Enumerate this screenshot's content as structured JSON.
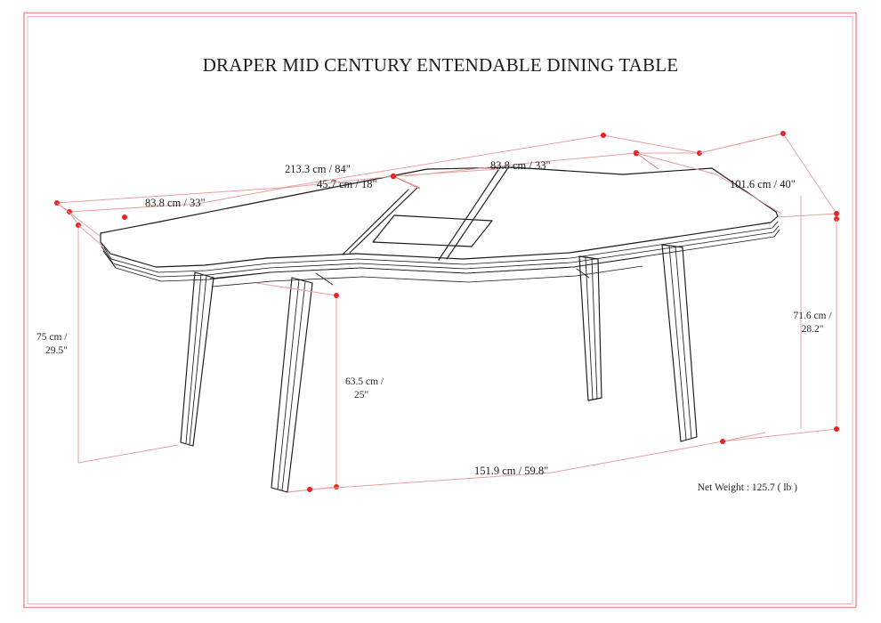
{
  "page": {
    "title": "DRAPER MID CENTURY ENTENDABLE DINING TABLE",
    "background_color": "#ffffff",
    "frame_color": "#ee9b9b",
    "dimension_line_color": "#e8a0a0",
    "dimension_marker_color": "#ef2222",
    "object_line_color": "#1a1a1a"
  },
  "dimensions": {
    "top_overall_length": "213.3 cm / 84\"",
    "top_left_section": "83.8 cm / 33\"",
    "top_leaf_section": "45.7 cm / 18\"",
    "top_right_section": "83.8 cm / 33\"",
    "top_depth": "101.6 cm / 40\"",
    "overall_height_left": "75 cm / 29.5\"",
    "overall_height_right": "71.6 cm / 28.2\"",
    "clearance_height": "63.5 cm / 25\"",
    "leg_span_length": "151.9 cm / 59.8\""
  },
  "footer": {
    "net_weight": "Net Weight : 125.7 ( lb )"
  },
  "product": {
    "name": "Draper Mid Century Entendable Dining Table",
    "view": "perspective-line-drawing"
  }
}
